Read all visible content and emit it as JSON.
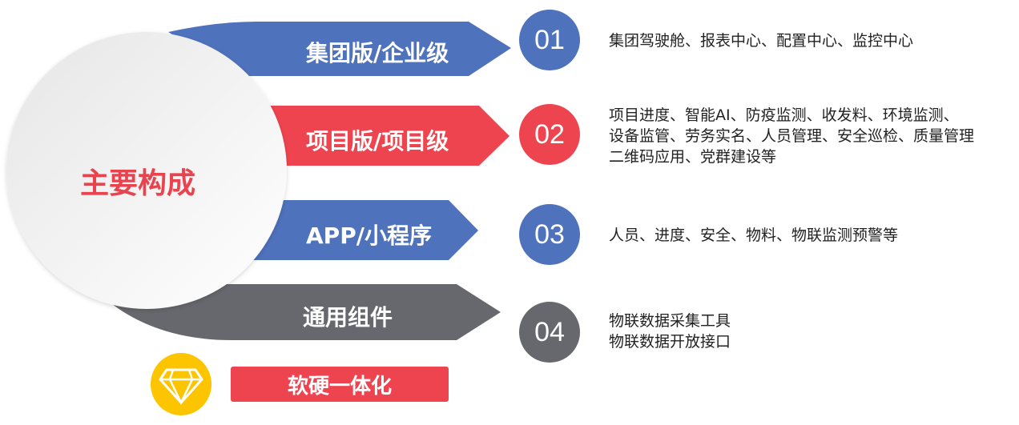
{
  "center_title": "主要构成",
  "colors": {
    "blue": "#4f72bd",
    "red": "#ee444f",
    "gray": "#67686d",
    "gold": "#fdc400"
  },
  "items": [
    {
      "label": "集团版/企业级",
      "num": "01",
      "desc": [
        "集团驾驶舱、报表中心、配置中心、监控中心"
      ]
    },
    {
      "label": "项目版/项目级",
      "num": "02",
      "desc": [
        "项目进度、智能AI、防疫监测、收发料、环境监测、",
        "设备监管、劳务实名、人员管理、安全巡检、质量管理",
        "二维码应用、党群建设等"
      ]
    },
    {
      "label": "APP/小程序",
      "num": "03",
      "desc": [
        "人员、进度、安全、物料、物联监测预警等"
      ]
    },
    {
      "label": "通用组件",
      "num": "04",
      "desc": [
        "物联数据采集工具",
        "物联数据开放接口"
      ]
    }
  ],
  "footer_label": "软硬一体化",
  "footer_icon": "diamond-icon"
}
